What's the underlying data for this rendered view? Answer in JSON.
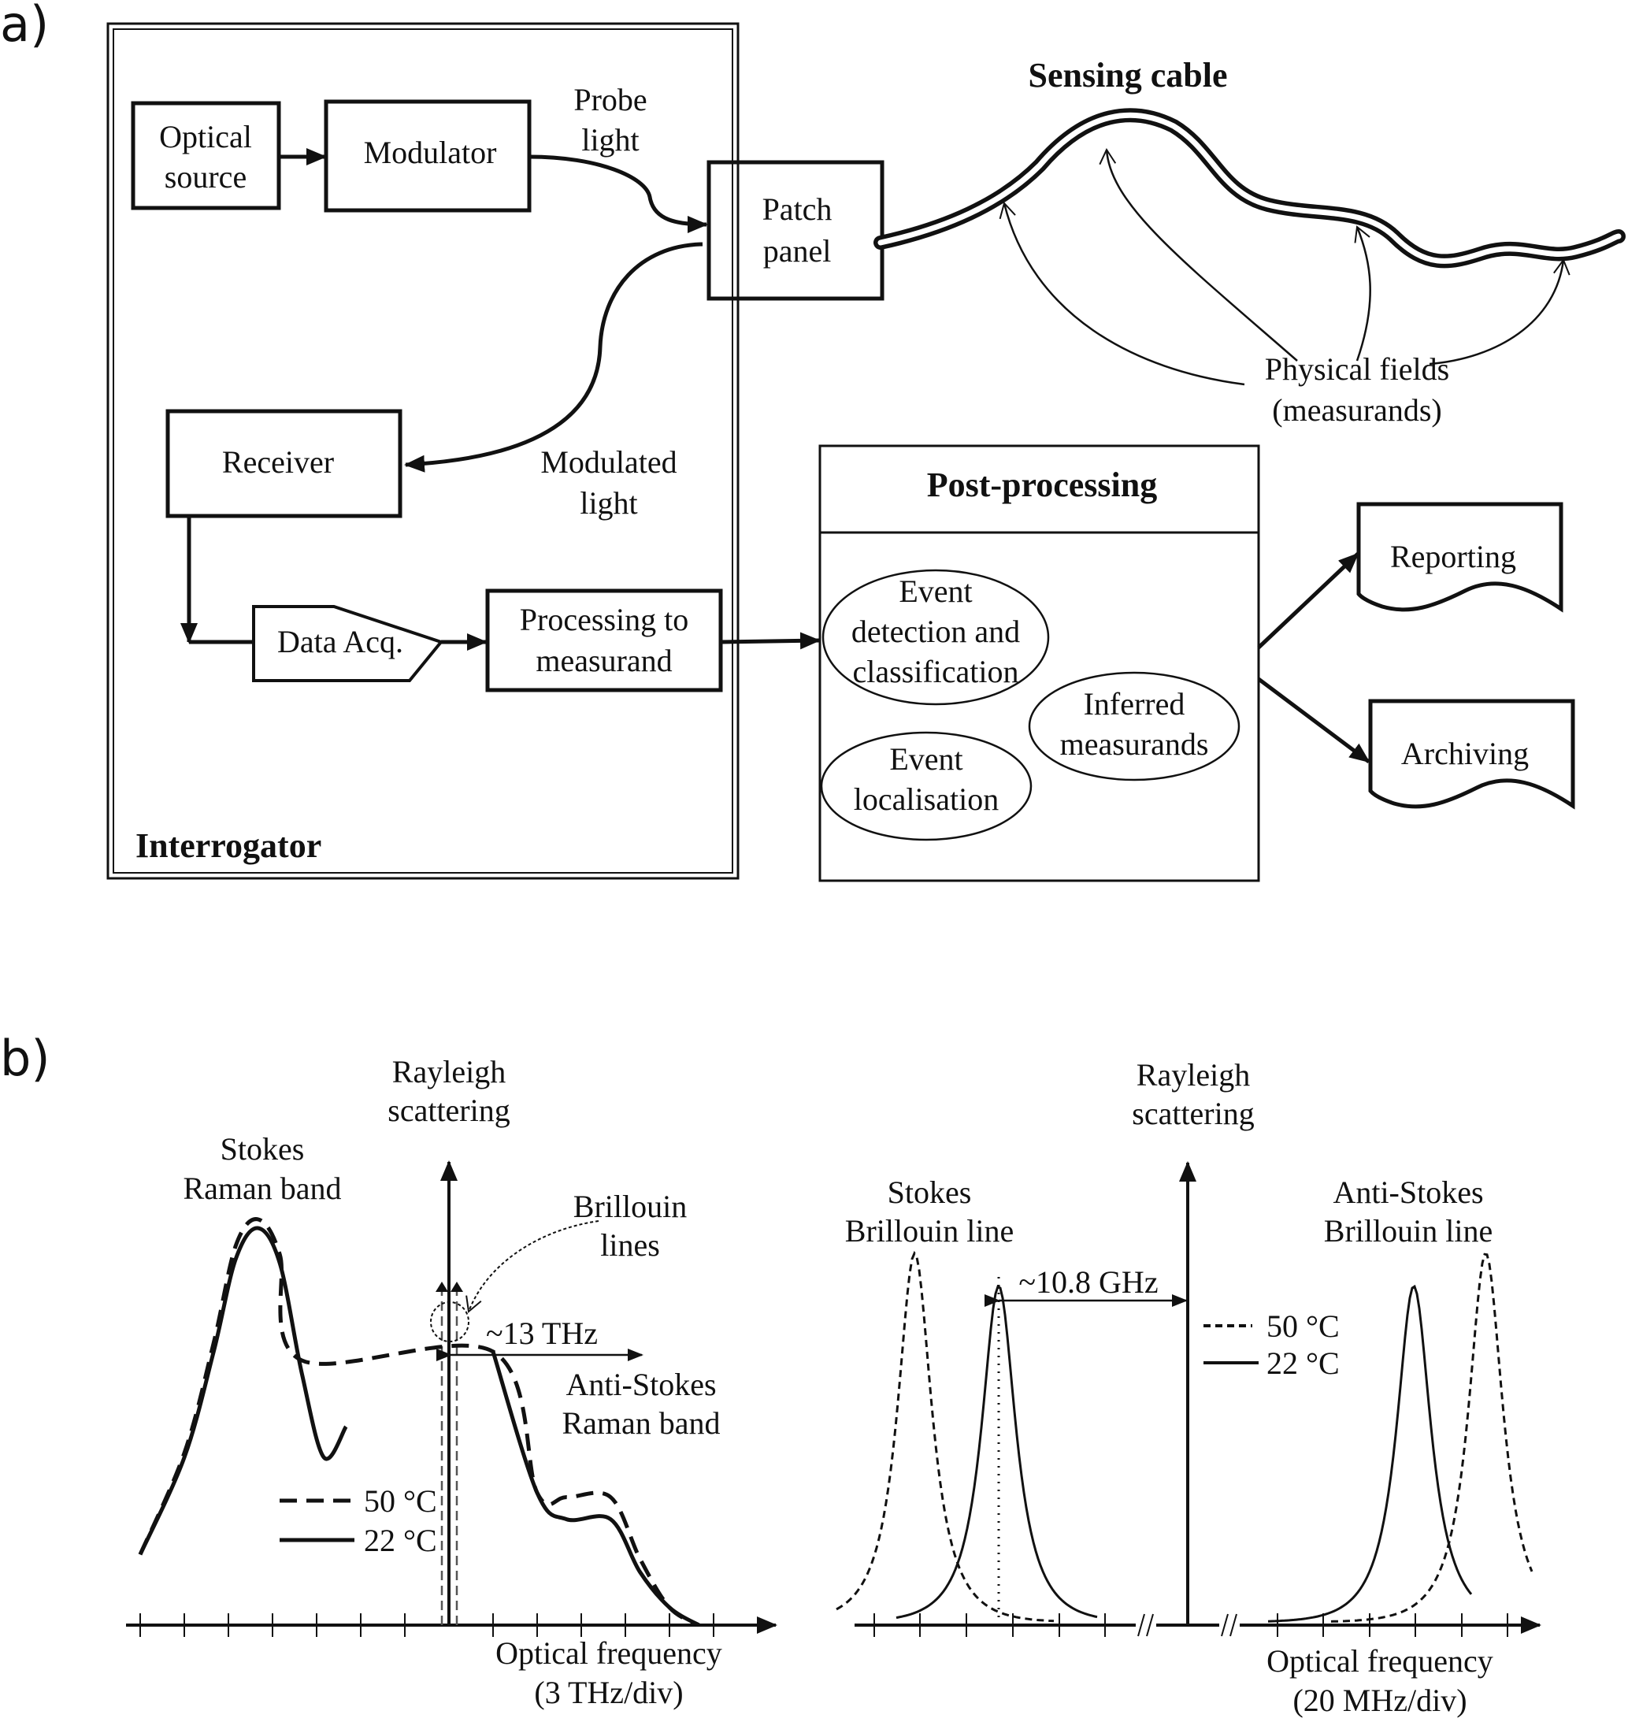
{
  "panel_a": {
    "label": "a)",
    "interrogator": {
      "title": "Interrogator",
      "optical_source": [
        "Optical",
        "source"
      ],
      "modulator": "Modulator",
      "receiver": "Receiver",
      "data_acq": "Data Acq.",
      "processing": [
        "Processing to",
        "measurand"
      ],
      "probe_light": [
        "Probe",
        "light"
      ],
      "modulated_light": [
        "Modulated",
        "light"
      ]
    },
    "patch_panel": [
      "Patch",
      "panel"
    ],
    "sensing_cable": "Sensing  cable",
    "physical_fields": [
      "Physical fields",
      "(measurands)"
    ],
    "post_processing": {
      "title": "Post-processing",
      "event_detection": [
        "Event",
        "detection and",
        "classification"
      ],
      "event_localisation": [
        "Event",
        "localisation"
      ],
      "inferred_measurands": [
        "Inferred",
        "measurands"
      ]
    },
    "outputs": {
      "reporting": "Reporting",
      "archiving": "Archiving"
    }
  },
  "panel_b": {
    "label": "b)",
    "raman": {
      "rayleigh": [
        "Rayleigh",
        "scattering"
      ],
      "stokes": [
        "Stokes",
        "Raman band"
      ],
      "anti_stokes": [
        "Anti-Stokes",
        "Raman band"
      ],
      "brillouin": [
        "Brillouin",
        "lines"
      ],
      "shift": "~13 THz",
      "legend": [
        "50 °C",
        "22 °C"
      ],
      "xlabel": [
        "Optical frequency",
        "(3 THz/div)"
      ]
    },
    "brillouin": {
      "rayleigh": [
        "Rayleigh",
        "scattering"
      ],
      "stokes": [
        "Stokes",
        "Brillouin line"
      ],
      "anti_stokes": [
        "Anti-Stokes",
        "Brillouin line"
      ],
      "shift": "~10.8 GHz",
      "legend": [
        "50 °C",
        "22 °C"
      ],
      "xlabel": [
        "Optical frequency",
        "(20 MHz/div)"
      ]
    }
  },
  "chart_data": [
    {
      "type": "line",
      "title": "Raman backscattering spectrum",
      "xlabel": "Optical frequency (3 THz/div)",
      "ylabel": "",
      "x_unit": "THz offset from Rayleigh line",
      "xlim": [
        -24,
        18
      ],
      "ylim": [
        0,
        1
      ],
      "legend": "center-left",
      "annotations": [
        "Rayleigh scattering",
        "Stokes Raman band",
        "Anti-Stokes Raman band",
        "Brillouin lines",
        "~13 THz"
      ],
      "series": [
        {
          "name": "22 °C",
          "style": "solid",
          "x": [
            -21,
            -18,
            -16,
            -14.5,
            -13,
            -11.5,
            -10,
            -8.5,
            -7,
            -5.5,
            -3,
            0.4,
            3,
            6,
            8,
            11,
            13,
            15,
            17
          ],
          "y": [
            0.16,
            0.38,
            0.62,
            0.83,
            0.9,
            0.82,
            0.57,
            0.38,
            0.45,
            null,
            null,
            null,
            0.62,
            0.3,
            0.24,
            0.24,
            0.12,
            0.04,
            0.0
          ]
        },
        {
          "name": "50 °C",
          "style": "dashed",
          "x": [
            -21,
            -18,
            -16,
            -14.5,
            -13,
            -11.5,
            -10,
            3,
            6,
            8,
            11,
            13,
            15,
            17
          ],
          "y": [
            0.16,
            0.39,
            0.64,
            0.86,
            0.92,
            0.84,
            0.6,
            0.62,
            0.3,
            0.29,
            0.29,
            0.15,
            0.04,
            0.0
          ]
        }
      ]
    },
    {
      "type": "line",
      "title": "Brillouin backscattering spectrum",
      "xlabel": "Optical frequency (20 MHz/div)",
      "ylabel": "",
      "x_unit": "MHz relative to line (axis broken)",
      "legend": "center",
      "annotations": [
        "Rayleigh scattering",
        "Stokes Brillouin line",
        "Anti-Stokes Brillouin line",
        "~10.8 GHz"
      ],
      "series": [
        {
          "name": "22 °C",
          "style": "solid",
          "peaks": [
            {
              "line": "Stokes",
              "center_div": 2.0,
              "height": 0.82
            },
            {
              "line": "Anti-Stokes",
              "center_div": 3.5,
              "height": 0.82
            }
          ]
        },
        {
          "name": "50 °C",
          "style": "dashed",
          "peaks": [
            {
              "line": "Stokes",
              "center_div": 0.7,
              "height": 0.9
            },
            {
              "line": "Anti-Stokes",
              "center_div": 4.8,
              "height": 0.9
            }
          ]
        }
      ]
    }
  ]
}
